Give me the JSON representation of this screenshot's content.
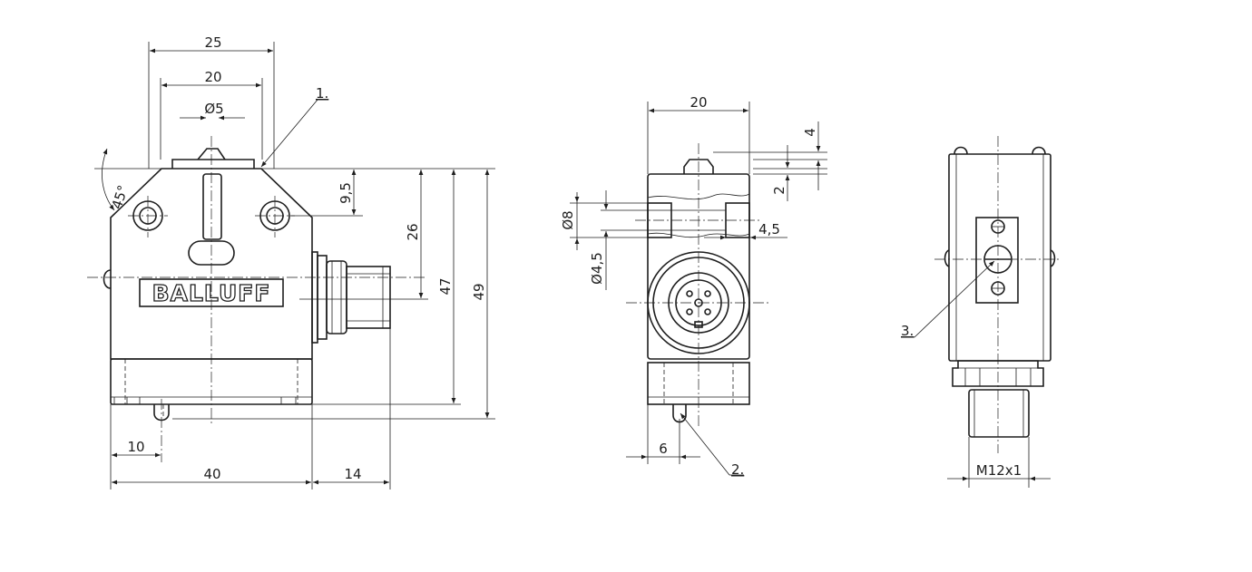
{
  "brand": {
    "logo_text": "BALLUFF"
  },
  "front_view": {
    "dims": {
      "top_width_25": "25",
      "top_width_20": "20",
      "diameter_5": "Ø5",
      "angle_45": "45°",
      "height_9_5": "9,5",
      "height_26": "26",
      "height_47": "47",
      "height_49": "49",
      "bottom_10": "10",
      "bottom_40": "40",
      "bottom_14": "14"
    },
    "callout_1": "1."
  },
  "side_view": {
    "dims": {
      "width_20": "20",
      "height_4": "4",
      "height_2": "2",
      "diameter_8": "Ø8",
      "diameter_4_5": "Ø4,5",
      "width_4_5": "4,5",
      "bottom_6": "6"
    },
    "callout_2": "2."
  },
  "back_view": {
    "dims": {
      "thread": "M12x1"
    },
    "callout_3": "3."
  }
}
